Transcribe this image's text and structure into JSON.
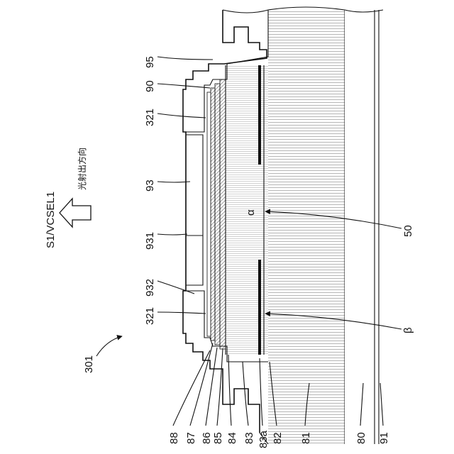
{
  "figure_ref": "301",
  "direction": {
    "title": "S1/VCSEL1",
    "caption": "光射出方向"
  },
  "labels": {
    "l95": "95",
    "l90": "90",
    "l321_top": "321",
    "l93": "93",
    "l931": "931",
    "l932": "932",
    "l321_bottom": "321",
    "l88": "88",
    "l87": "87",
    "l86": "86",
    "l85": "85",
    "l84": "84",
    "l83": "83",
    "l83a": "83a",
    "l82": "82",
    "l81": "81",
    "l80": "80",
    "l91": "91",
    "l50": "50",
    "alpha": "α",
    "beta": "β"
  }
}
